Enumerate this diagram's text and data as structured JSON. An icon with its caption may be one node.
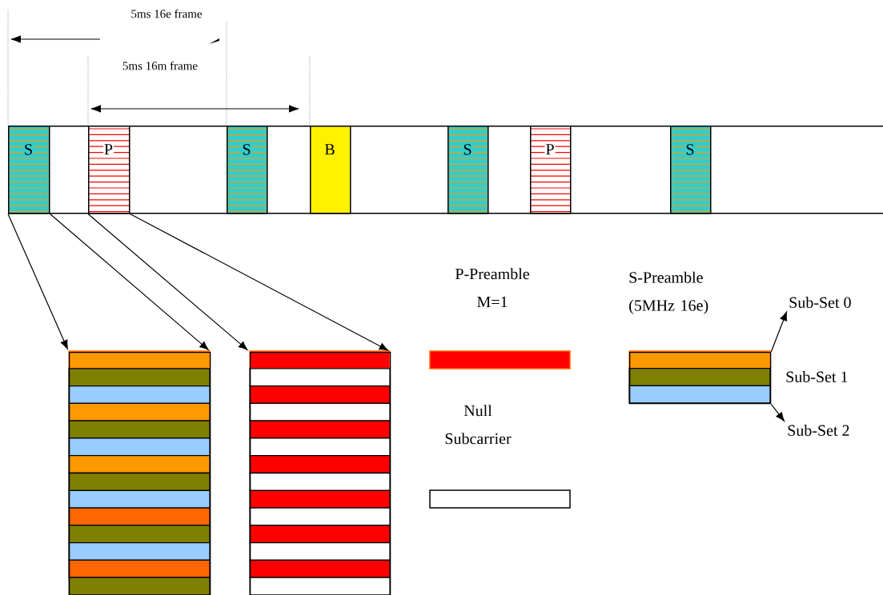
{
  "diagram": {
    "nodes": [
      {
        "text": [],
        "shape": "bar"
      },
      {
        "text": [
          "S"
        ],
        "in": 0
      },
      {
        "text": [
          "P"
        ],
        "in": 0
      },
      {
        "text": [
          "S"
        ],
        "in": 0
      },
      {
        "text": [
          "B"
        ],
        "in": 0
      },
      {
        "text": [
          "S"
        ],
        "in": 0
      },
      {
        "text": [
          "P"
        ],
        "in": 0
      },
      {
        "text": [
          "S"
        ],
        "in": 0
      },
      {
        "text": [],
        "shape": "bar"
      },
      {
        "text": [],
        "shape": "bar"
      },
      {
        "text": [],
        "shape": "bar",
        "beside": [
          "S-Preamble (5MHz 16e)"
        ]
      },
      {
        "text": [
          "Sub-Set 0"
        ]
      },
      {
        "text": [
          "Sub-Set 2"
        ]
      }
    ],
    "edges": [
      {
        "from": 1,
        "to": 8,
        "arrow": "to"
      },
      {
        "from": 1,
        "to": 8,
        "arrow": "to"
      },
      {
        "from": 2,
        "to": 9,
        "arrow": "to"
      },
      {
        "from": 2,
        "to": 9,
        "arrow": "to"
      },
      {
        "from": 10,
        "to": 11,
        "arrow": "to"
      },
      {
        "from": 10,
        "to": 12,
        "arrow": "to"
      }
    ],
    "labels": [
      "5ms 16e frame",
      "5ms 16m frame",
      "Sub-Set 1"
    ],
    "legend": [
      {
        "text": "P-Preamble M=1",
        "color": "#ff0000"
      },
      {
        "text": "Null Subcarrier"
      }
    ]
  }
}
